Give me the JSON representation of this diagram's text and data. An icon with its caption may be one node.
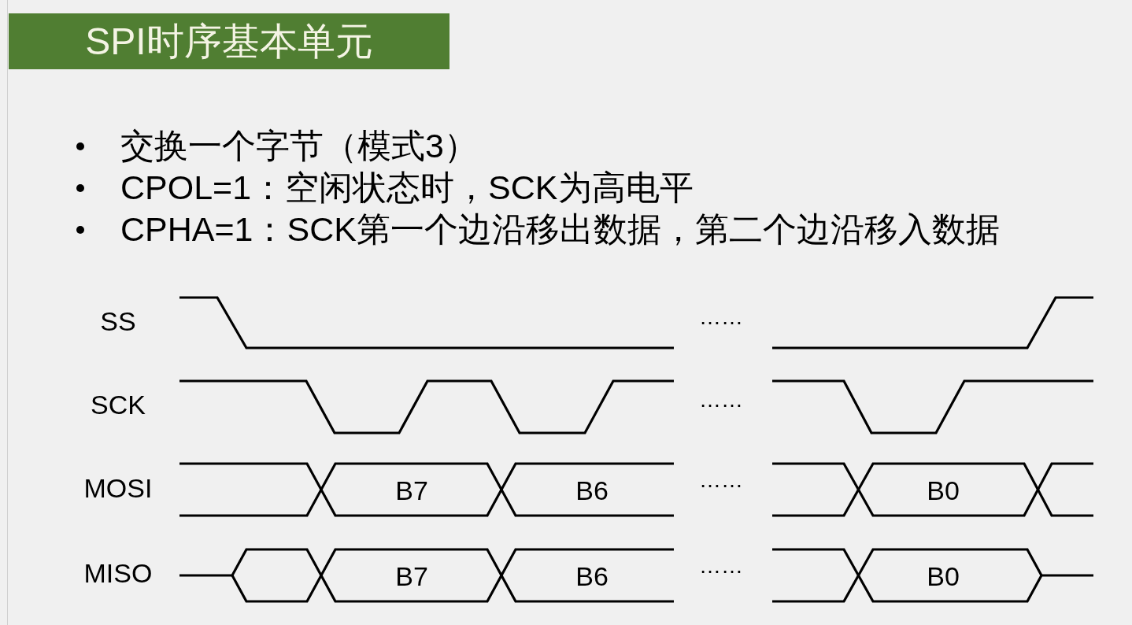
{
  "diagram": {
    "title": "SPI时序基本单元",
    "labels": [
      "交换一个字节（模式3）",
      "CPOL=1：空闲状态时，SCK为高电平",
      "CPHA=1：SCK第一个边沿移出数据，第二个边沿移入数据",
      "SS",
      "……",
      "SCK",
      "……",
      "MOSI",
      "B7",
      "B6",
      "……",
      "B0",
      "MISO",
      "B7",
      "B6",
      "……",
      "B0"
    ]
  }
}
